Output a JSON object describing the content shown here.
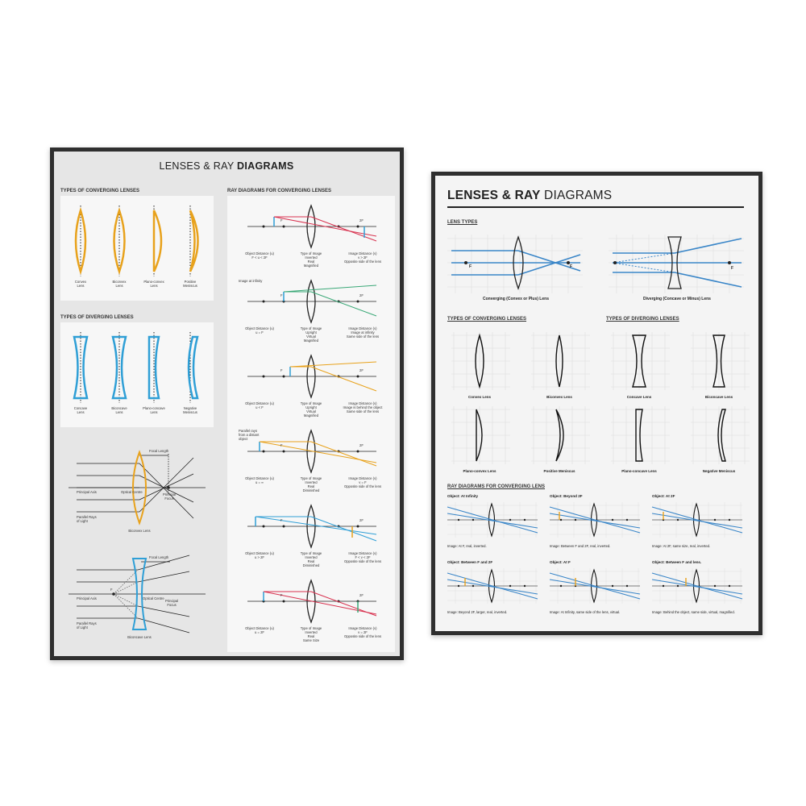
{
  "poster_left": {
    "title_light": "LENSES & RAY",
    "title_bold": "DIAGRAMS",
    "converging_heading": "TYPES OF CONVERGING LENSES",
    "converging_lenses": [
      "Convex\nLens",
      "Biconvex\nLens",
      "Plano-convex\nLens",
      "Positive\nMeniscus"
    ],
    "diverging_heading": "TYPES OF DIVERGING LENSES",
    "diverging_lenses": [
      "Concave\nLens",
      "Biconcave\nLens",
      "Plano-concave\nLens",
      "Negative\nMeniscus"
    ],
    "biconvex_diagram": {
      "focal_length": "Focal Length",
      "optical_centre": "Optical Centre",
      "principal_axis": "Principal Axis",
      "principal_focus": "Principal\nFocus",
      "parallel_rays": "Parallel Rays\nof Light",
      "caption": "Biconvex Lens"
    },
    "biconcave_diagram": {
      "focal_length": "Focal Length",
      "optical_centre": "Optical Centre",
      "principal_axis": "Principal Axis",
      "principal_focus": "Principal\nFocus",
      "parallel_rays": "Parallel Rays\nof Light",
      "focus_mark": "F",
      "caption": "Biconcave Lens"
    },
    "ray_heading": "RAY DIAGRAMS FOR CONVERGING LENSES",
    "ray_diagrams": [
      {
        "object": "Object Distance (u)\nF < u < 2F",
        "type": "Type of Image\nInverted\nReal\nMagnified",
        "image": "Image Distance (v)\nv > 2F\nOpposite side of the lens",
        "note": ""
      },
      {
        "object": "Object Distance (u)\nu = F",
        "type": "Type of Image\nUpright\nVirtual\nMagnified",
        "image": "Image Distance (v)\nImage at infinity\nSame side of the lens",
        "note": "Image at infinity"
      },
      {
        "object": "Object Distance (u)\nu < F",
        "type": "Type of Image\nUpright\nVirtual\nMagnified",
        "image": "Image Distance (v)\nImage is behind the object\nSame side of the lens",
        "note": ""
      },
      {
        "object": "Object Distance (u)\nu = ∞",
        "type": "Type of Image\nInverted\nReal\nDiminished",
        "image": "Image Distance (v)\nv = F\nOpposite side of the lens",
        "note": "Parallel rays\nfrom a distant\nobject"
      },
      {
        "object": "Object Distance (u)\nu > 2F",
        "type": "Type of Image\nInverted\nReal\nDiminished",
        "image": "Image Distance (v)\nF < v < 2F\nOpposite side of the lens",
        "note": ""
      },
      {
        "object": "Object Distance (u)\nu = 2F",
        "type": "Type of Image\nInverted\nReal\nSame Size",
        "image": "Image Distance (v)\nv = 2F\nOpposite side of the lens",
        "note": ""
      }
    ],
    "marks": {
      "f": "F",
      "two_f": "2F"
    }
  },
  "poster_right": {
    "title_bold": "LENSES & RAY",
    "title_light": "DIAGRAMS",
    "lens_types_heading": "LENS TYPES",
    "converging_caption": "Converging (Convex or Plus) Lens",
    "diverging_caption": "Diverging (Concave or Minus) Lens",
    "f_mark": "F",
    "converging_heading": "TYPES OF CONVERGING LENSES",
    "diverging_heading": "TYPES OF DIVERGING LENSES",
    "lens_captions_row1": [
      "Convex Lens",
      "Biconvex Lens",
      "Concave Lens",
      "Biconcave Lens"
    ],
    "lens_captions_row2": [
      "Plano-convex Lens",
      "Positive Meniscus",
      "Plano-concave Lens",
      "Negative Meniscus"
    ],
    "ray_heading": "RAY DIAGRAMS FOR CONVERGING LENS",
    "ray_cases": [
      {
        "title": "Object: At Infinity",
        "caption": "Image: At F, real, inverted."
      },
      {
        "title": "Object: Beyond 2F",
        "caption": "Image: Between F and 2F, real, inverted."
      },
      {
        "title": "Object: At 2F",
        "caption": "Image: At 2F, same size, real, inverted."
      },
      {
        "title": "Object: Between F and 2F",
        "caption": "Image: Beyond 2F, larger, real, inverted."
      },
      {
        "title": "Object: At F",
        "caption": "Image: At Infinity, same side of the lens, virtual."
      },
      {
        "title": "Object: Between F and lens.",
        "caption": "Image: Behind the object, same side, virtual, magnified."
      }
    ]
  },
  "colors": {
    "frame": "#2f2f2f",
    "orange": "#e8a21c",
    "blue": "#2f9fd6",
    "red": "#d8324f",
    "green": "#3aa877",
    "ray_blue": "#3a86c8"
  }
}
